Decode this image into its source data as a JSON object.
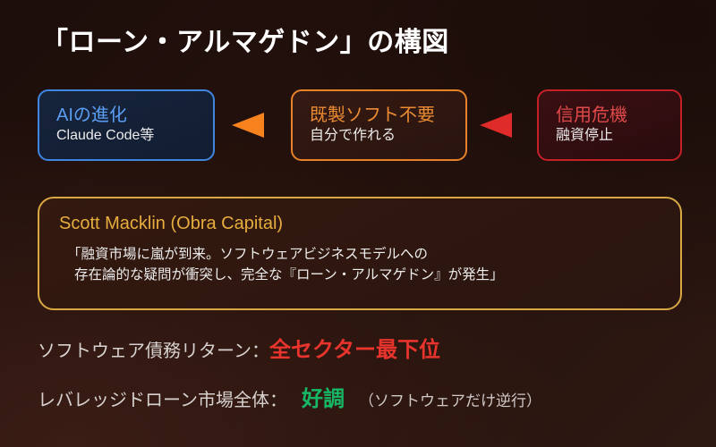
{
  "slide": {
    "title": "「ローン・アルマゲドン」の構図",
    "background_colors": {
      "base_dark": "#1d0e0b",
      "warm_mid": "#24110c",
      "warm_light": "#2e1812"
    }
  },
  "flow": {
    "boxes": [
      {
        "id": "ai",
        "title": "AIの進化",
        "subtitle": "Claude Code等",
        "border_color": "#3f86e0",
        "title_color": "#5b9df2",
        "fill_color": "#16243c"
      },
      {
        "id": "software",
        "title": "既製ソフト不要",
        "subtitle": "自分で作れる",
        "border_color": "#e8822a",
        "title_color": "#eb8b32",
        "fill_color": "#341a12"
      },
      {
        "id": "credit",
        "title": "信用危機",
        "subtitle": "融資停止",
        "border_color": "#c42028",
        "title_color": "#e04a4a",
        "fill_color": "#3a0f12"
      }
    ],
    "arrows": [
      {
        "id": "software-to-ai",
        "direction": "left",
        "color": "#f7821e"
      },
      {
        "id": "credit-to-software",
        "direction": "left",
        "color": "#e02b2b"
      }
    ]
  },
  "quote": {
    "attribution": "Scott Macklin (Obra Capital)",
    "line1": "「融資市場に嵐が到来。ソフトウェアビジネスモデルへの",
    "line2": "存在論的な疑問が衝突し、完全な『ローン・アルマゲドン』が発生」",
    "border_color": "#d9a843",
    "attribution_color": "#e7ad3e"
  },
  "stats": [
    {
      "label": "ソフトウェア債務リターン：",
      "value": "全セクター最下位",
      "value_color": "#e8342c",
      "note": ""
    },
    {
      "label": "レバレッジドローン市場全体：",
      "value": "好調",
      "value_color": "#16b866",
      "note": "（ソフトウェアだけ逆行）"
    }
  ]
}
